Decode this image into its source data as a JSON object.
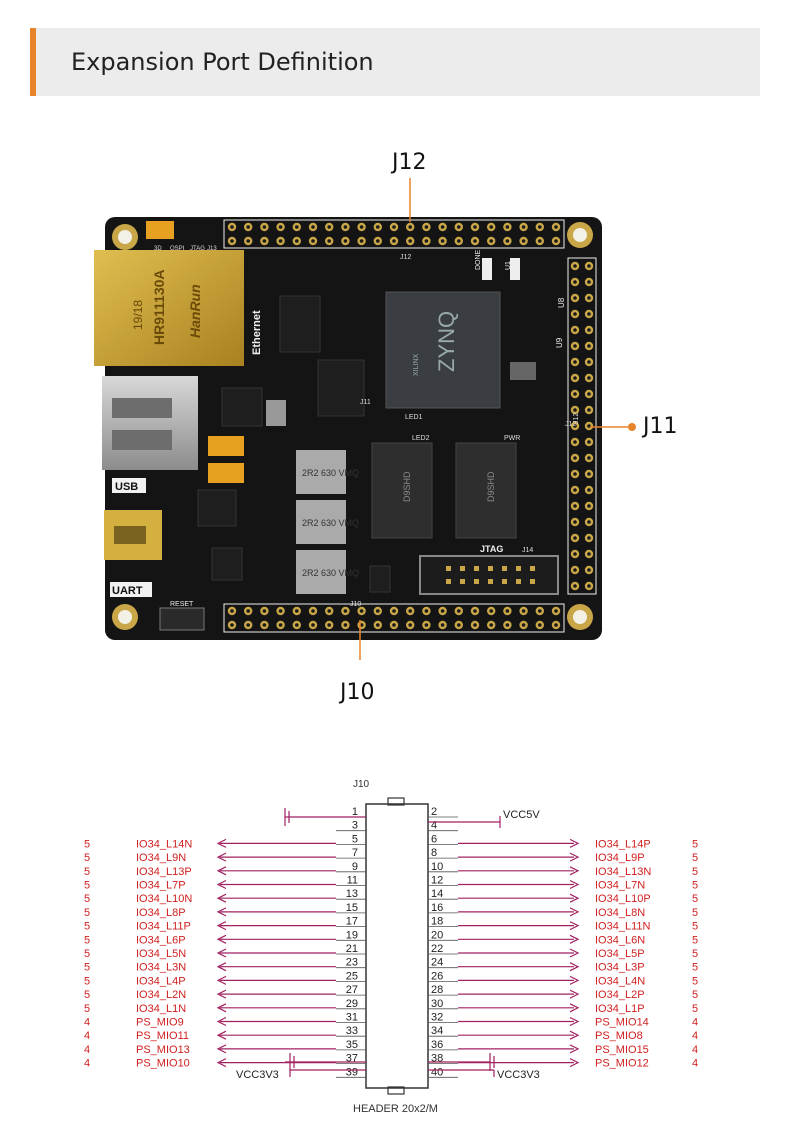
{
  "header": {
    "title": "Expansion Port Definition"
  },
  "callouts": {
    "j12": "J12",
    "j11": "J11",
    "j10": "J10"
  },
  "colors": {
    "accent": "#e8852b",
    "pcb": "#141414",
    "gold": "#c9a648",
    "net": "#d02020",
    "wire": "#a02060"
  },
  "board": {
    "silk": [
      "Ethernet",
      "USB",
      "UART",
      "RESET",
      "JTAG",
      "J14",
      "LED1",
      "LED2",
      "PWR",
      "DONE",
      "U1",
      "U8",
      "U9",
      "U15",
      "J10",
      "J11",
      "J12",
      "J13",
      "3D",
      "QSPI",
      "JTAG"
    ],
    "chips": {
      "zynq": "ZYNQ",
      "xilinx": "XILINX",
      "ram1": "D9SHD",
      "ram2": "D9SHD",
      "rj45_brand": "HanRun",
      "rj45_part": "HR911130A",
      "rj45_date": "19/18",
      "ind": "2R2 630 VMQ"
    }
  },
  "schematic": {
    "title": "J10",
    "footer": "HEADER 20x2/M",
    "top_net": "VCC5V",
    "vcc_left": "VCC3V3",
    "vcc_right": "VCC3V3",
    "rows": [
      {
        "lp": "1",
        "rp": "2",
        "ln": "",
        "rn": "",
        "lb": "",
        "rb": ""
      },
      {
        "lp": "3",
        "rp": "4",
        "ln": "",
        "rn": "",
        "lb": "",
        "rb": ""
      },
      {
        "lp": "5",
        "rp": "6",
        "ln": "IO34_L14N",
        "rn": "IO34_L14P",
        "lb": "5",
        "rb": "5"
      },
      {
        "lp": "7",
        "rp": "8",
        "ln": "IO34_L9N",
        "rn": "IO34_L9P",
        "lb": "5",
        "rb": "5"
      },
      {
        "lp": "9",
        "rp": "10",
        "ln": "IO34_L13P",
        "rn": "IO34_L13N",
        "lb": "5",
        "rb": "5"
      },
      {
        "lp": "11",
        "rp": "12",
        "ln": "IO34_L7P",
        "rn": "IO34_L7N",
        "lb": "5",
        "rb": "5"
      },
      {
        "lp": "13",
        "rp": "14",
        "ln": "IO34_L10N",
        "rn": "IO34_L10P",
        "lb": "5",
        "rb": "5"
      },
      {
        "lp": "15",
        "rp": "16",
        "ln": "IO34_L8P",
        "rn": "IO34_L8N",
        "lb": "5",
        "rb": "5"
      },
      {
        "lp": "17",
        "rp": "18",
        "ln": "IO34_L11P",
        "rn": "IO34_L11N",
        "lb": "5",
        "rb": "5"
      },
      {
        "lp": "19",
        "rp": "20",
        "ln": "IO34_L6P",
        "rn": "IO34_L6N",
        "lb": "5",
        "rb": "5"
      },
      {
        "lp": "21",
        "rp": "22",
        "ln": "IO34_L5N",
        "rn": "IO34_L5P",
        "lb": "5",
        "rb": "5"
      },
      {
        "lp": "23",
        "rp": "24",
        "ln": "IO34_L3N",
        "rn": "IO34_L3P",
        "lb": "5",
        "rb": "5"
      },
      {
        "lp": "25",
        "rp": "26",
        "ln": "IO34_L4P",
        "rn": "IO34_L4N",
        "lb": "5",
        "rb": "5"
      },
      {
        "lp": "27",
        "rp": "28",
        "ln": "IO34_L2N",
        "rn": "IO34_L2P",
        "lb": "5",
        "rb": "5"
      },
      {
        "lp": "29",
        "rp": "30",
        "ln": "IO34_L1N",
        "rn": "IO34_L1P",
        "lb": "5",
        "rb": "5"
      },
      {
        "lp": "31",
        "rp": "32",
        "ln": "PS_MIO9",
        "rn": "PS_MIO14",
        "lb": "4",
        "rb": "4"
      },
      {
        "lp": "33",
        "rp": "34",
        "ln": "PS_MIO11",
        "rn": "PS_MIO8",
        "lb": "4",
        "rb": "4"
      },
      {
        "lp": "35",
        "rp": "36",
        "ln": "PS_MIO13",
        "rn": "PS_MIO15",
        "lb": "4",
        "rb": "4"
      },
      {
        "lp": "37",
        "rp": "38",
        "ln": "PS_MIO10",
        "rn": "PS_MIO12",
        "lb": "4",
        "rb": "4"
      },
      {
        "lp": "39",
        "rp": "40",
        "ln": "",
        "rn": "",
        "lb": "",
        "rb": ""
      }
    ]
  }
}
